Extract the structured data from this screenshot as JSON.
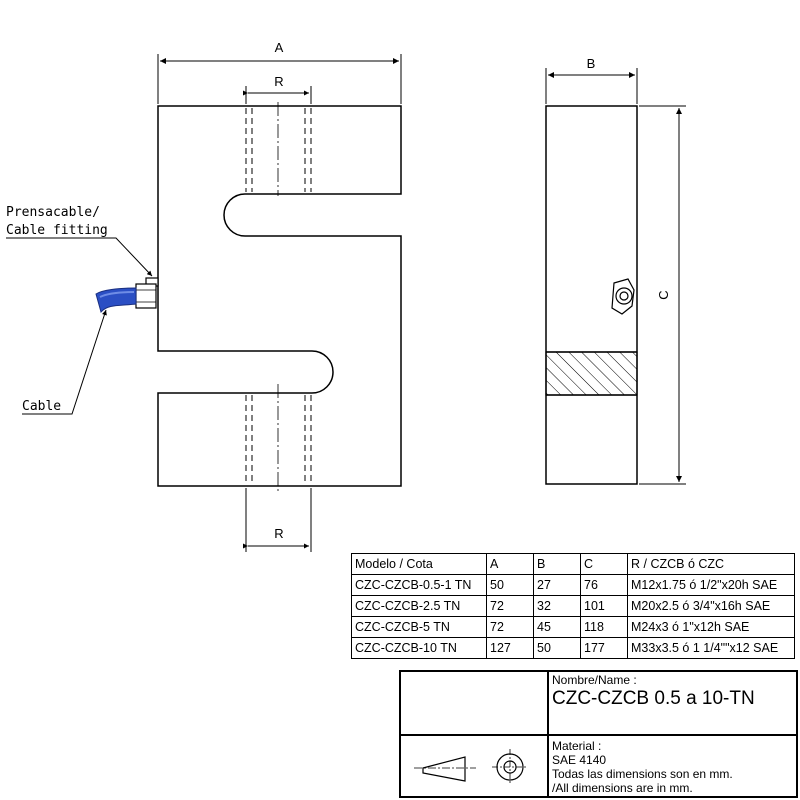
{
  "front_view": {
    "dim_a": "A",
    "dim_r_top": "R",
    "dim_r_bottom": "R",
    "label_fitting_line1": "Prensacable/",
    "label_fitting_line2": "Cable fitting",
    "label_cable": "Cable",
    "colors": {
      "cable": "#2b4fc4",
      "cable_highlight": "#6f8de6"
    }
  },
  "side_view": {
    "dim_b": "B",
    "dim_c": "C"
  },
  "dimension_table": {
    "headers": [
      "Modelo  /  Cota",
      "A",
      "B",
      "C",
      "R  /  CZCB ó CZC"
    ],
    "rows": [
      [
        "CZC-CZCB-0.5-1 TN",
        "50",
        "27",
        "76",
        "M12x1.75 ó 1/2\"x20h SAE"
      ],
      [
        "CZC-CZCB-2.5 TN",
        "72",
        "32",
        "101",
        "M20x2.5 ó 3/4\"x16h SAE"
      ],
      [
        "CZC-CZCB-5 TN",
        "72",
        "45",
        "118",
        "M24x3 ó 1\"x12h SAE"
      ],
      [
        "CZC-CZCB-10 TN",
        "127",
        "50",
        "177",
        "M33x3.5 ó 1 1/4\"\"x12 SAE"
      ]
    ]
  },
  "title_block": {
    "name_label": "Nombre/Name :",
    "name_value": "CZC-CZCB 0.5 a 10-TN",
    "material_label": "Material :",
    "material_value": "SAE 4140",
    "note_es": "Todas las dimensions son en mm.",
    "note_en": "/All dimensions are in mm."
  }
}
